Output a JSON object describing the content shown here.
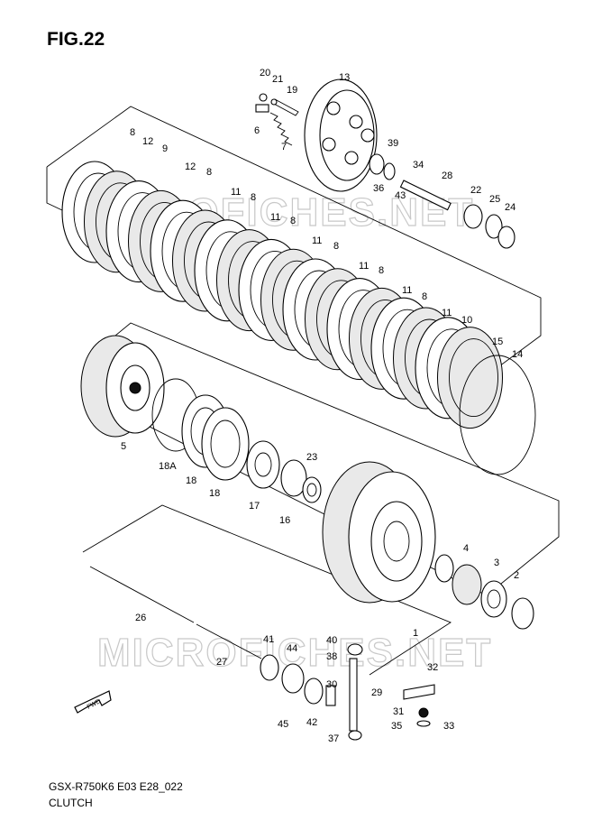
{
  "figure": {
    "title": "FIG.22",
    "code": "GSX-R750K6 E03 E28_022",
    "name": "CLUTCH"
  },
  "watermark": "MICROFICHES.NET",
  "callouts": [
    "20",
    "21",
    "19",
    "13",
    "6",
    "7",
    "8",
    "12",
    "9",
    "12",
    "8",
    "39",
    "34",
    "28",
    "36",
    "43",
    "22",
    "25",
    "24",
    "11",
    "8",
    "11",
    "8",
    "11",
    "8",
    "11",
    "8",
    "11",
    "8",
    "11",
    "10",
    "15",
    "14",
    "5",
    "18A",
    "18",
    "18",
    "23",
    "17",
    "16",
    "1",
    "4",
    "3",
    "2",
    "26",
    "27",
    "41",
    "44",
    "40",
    "38",
    "32",
    "30",
    "29",
    "31",
    "35",
    "33",
    "37",
    "42",
    "45"
  ],
  "icons": {
    "direction_arrow": "fwd-arrow-icon",
    "direction_text": "FWD"
  }
}
